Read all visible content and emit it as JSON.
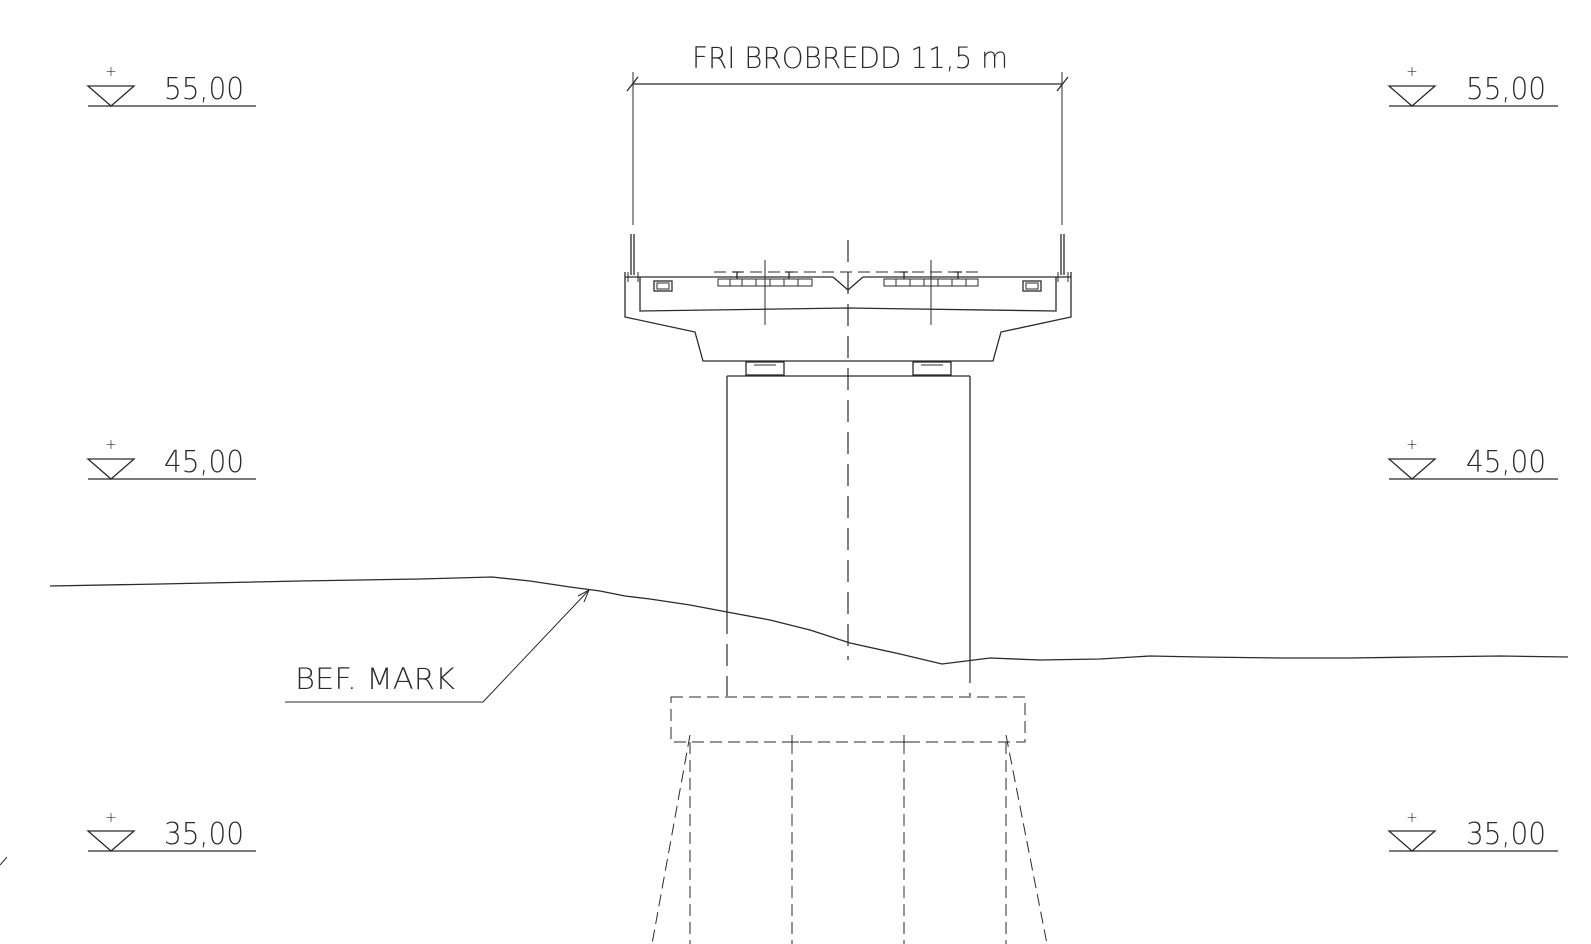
{
  "drawing": {
    "title_dimension": "FRI BROBREDD 11,5 m",
    "ground_label": "BEF. MARK",
    "elevations": {
      "left": [
        "55,00",
        "45,00",
        "35,00"
      ],
      "right": [
        "55,00",
        "45,00",
        "35,00"
      ]
    }
  }
}
